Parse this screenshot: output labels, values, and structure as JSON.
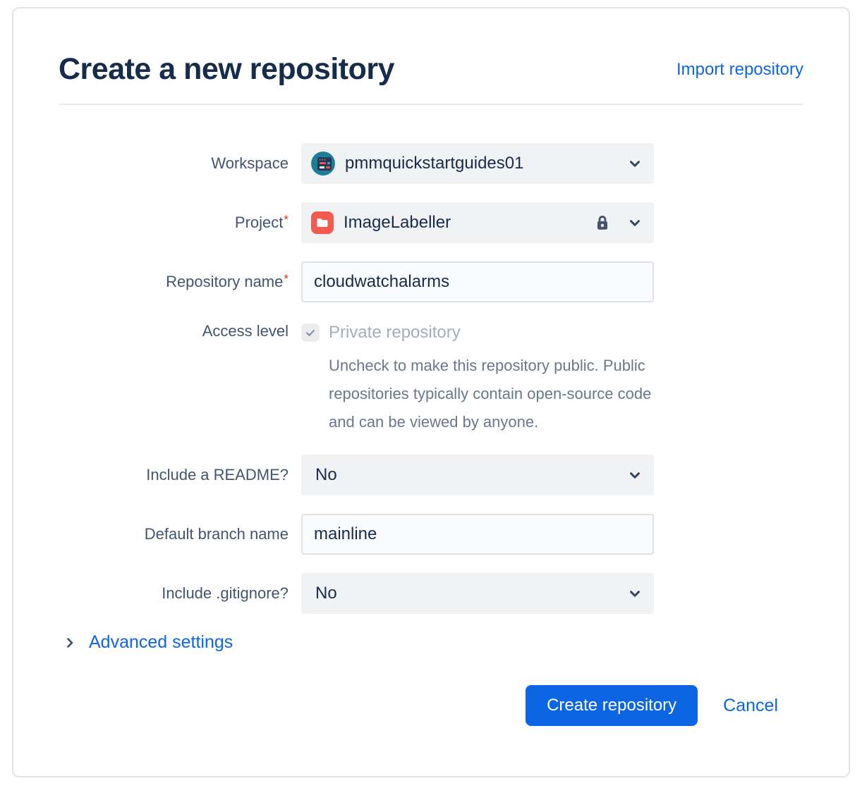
{
  "header": {
    "title": "Create a new repository",
    "import_link": "Import repository"
  },
  "form": {
    "workspace": {
      "label": "Workspace",
      "value": "pmmquickstartguides01"
    },
    "project": {
      "label": "Project",
      "required_marker": "*",
      "value": "ImageLabeller"
    },
    "repository_name": {
      "label": "Repository name",
      "required_marker": "*",
      "value": "cloudwatchalarms"
    },
    "access_level": {
      "label": "Access level",
      "checkbox_label": "Private repository",
      "checked": true,
      "help_text": "Uncheck to make this repository public. Public repositories typically contain open-source code and can be viewed by anyone."
    },
    "include_readme": {
      "label": "Include a README?",
      "value": "No"
    },
    "default_branch": {
      "label": "Default branch name",
      "value": "mainline"
    },
    "include_gitignore": {
      "label": "Include .gitignore?",
      "value": "No"
    },
    "advanced_settings_label": "Advanced settings"
  },
  "actions": {
    "create_label": "Create repository",
    "cancel_label": "Cancel"
  },
  "icons": {
    "workspace_avatar": "workspace-avatar",
    "project_icon": "project-folder-icon",
    "lock_icon": "lock-icon",
    "chevron_down": "chevron-down-icon",
    "chevron_right": "chevron-right-icon",
    "check_icon": "check-icon"
  },
  "colors": {
    "primary_blue": "#0C66E4",
    "link_blue": "#0C66E4",
    "title_navy": "#172B4D",
    "label_gray": "#44546F",
    "select_bg": "#F1F2F4",
    "input_bg": "#FAFBFC",
    "input_border": "#DFE1E6",
    "disabled_text": "#A5ADBA",
    "help_text": "#6B778C",
    "required_red": "#DE350B",
    "project_icon_red": "#F15B50",
    "avatar_teal": "#1D7F97",
    "chevron_navy": "#344563"
  }
}
